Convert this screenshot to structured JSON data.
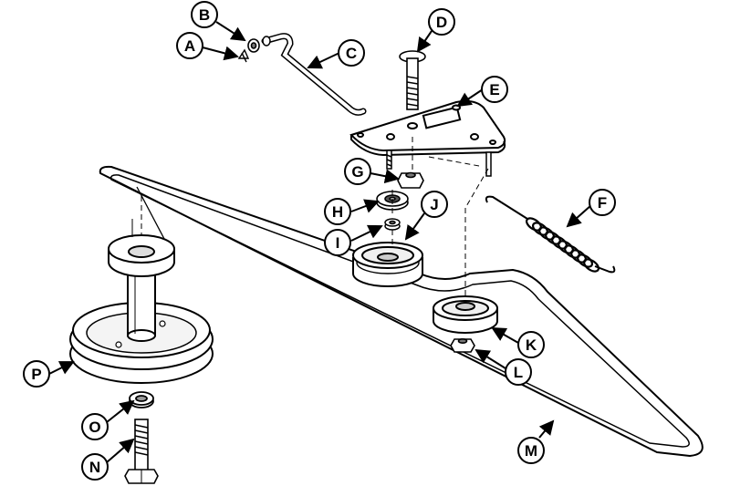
{
  "callouts": [
    {
      "id": "a",
      "label": "A"
    },
    {
      "id": "b",
      "label": "B"
    },
    {
      "id": "c",
      "label": "C"
    },
    {
      "id": "d",
      "label": "D"
    },
    {
      "id": "e",
      "label": "E"
    },
    {
      "id": "f",
      "label": "F"
    },
    {
      "id": "g",
      "label": "G"
    },
    {
      "id": "h",
      "label": "H"
    },
    {
      "id": "i",
      "label": "I"
    },
    {
      "id": "j",
      "label": "J"
    },
    {
      "id": "k",
      "label": "K"
    },
    {
      "id": "l",
      "label": "L"
    },
    {
      "id": "m",
      "label": "M"
    },
    {
      "id": "n",
      "label": "N"
    },
    {
      "id": "o",
      "label": "O"
    },
    {
      "id": "p",
      "label": "P"
    }
  ]
}
